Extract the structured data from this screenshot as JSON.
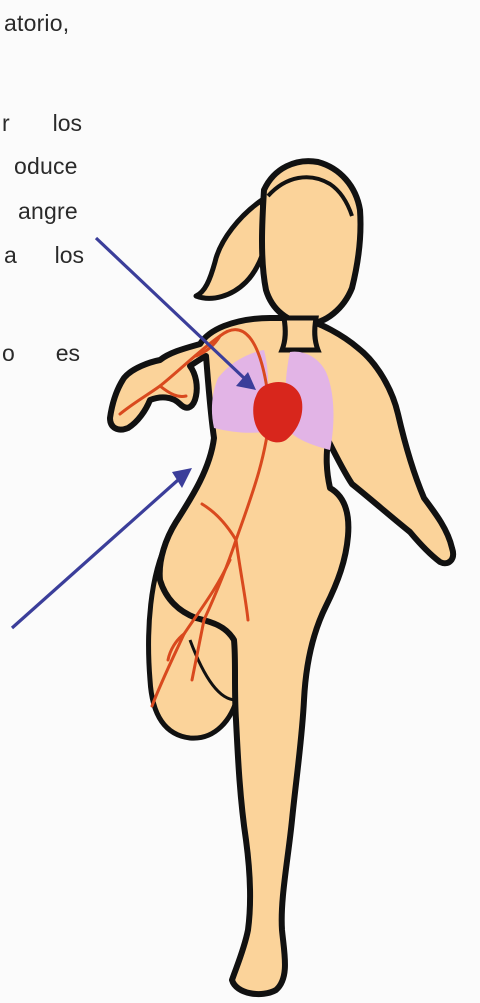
{
  "text_fragments": {
    "line1": "atorio,",
    "line2_left": "r",
    "line2_right": "los",
    "line3": "oduce",
    "line4": "angre",
    "line5_left": "a",
    "line5_right": "los",
    "line6_left": "o",
    "line6_right": "es"
  },
  "colors": {
    "skin": "#fbd39a",
    "outline": "#111111",
    "lungs": "#e2b4e6",
    "heart": "#d8261c",
    "vessels": "#d9491e",
    "arrows": "#3b3e9a"
  }
}
